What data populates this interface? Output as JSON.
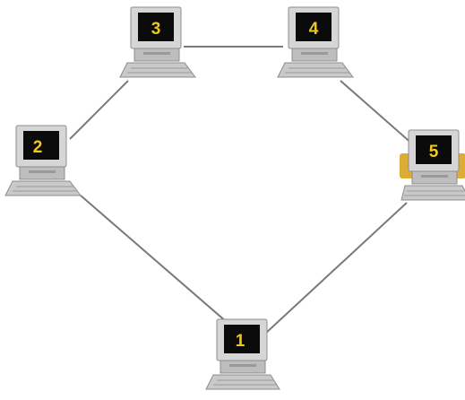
{
  "diagram": {
    "colors": {
      "link": "#7a7a7a",
      "screen": "#0b0b0b",
      "screen_text": "#f2c81a",
      "bezel": "#d6d6d6",
      "body": "#bdbdbd",
      "keyboard": "#c9c9c9",
      "highlight": "#d9a31e"
    },
    "nodes": [
      {
        "id": "1",
        "label": "1"
      },
      {
        "id": "2",
        "label": "2"
      },
      {
        "id": "3",
        "label": "3"
      },
      {
        "id": "4",
        "label": "4"
      },
      {
        "id": "5",
        "label": "5",
        "highlighted": true
      }
    ],
    "links": [
      {
        "from": "3",
        "to": "4"
      },
      {
        "from": "2",
        "to": "3"
      },
      {
        "from": "4",
        "to": "5"
      },
      {
        "from": "2",
        "to": "1"
      },
      {
        "from": "5",
        "to": "1"
      }
    ]
  }
}
